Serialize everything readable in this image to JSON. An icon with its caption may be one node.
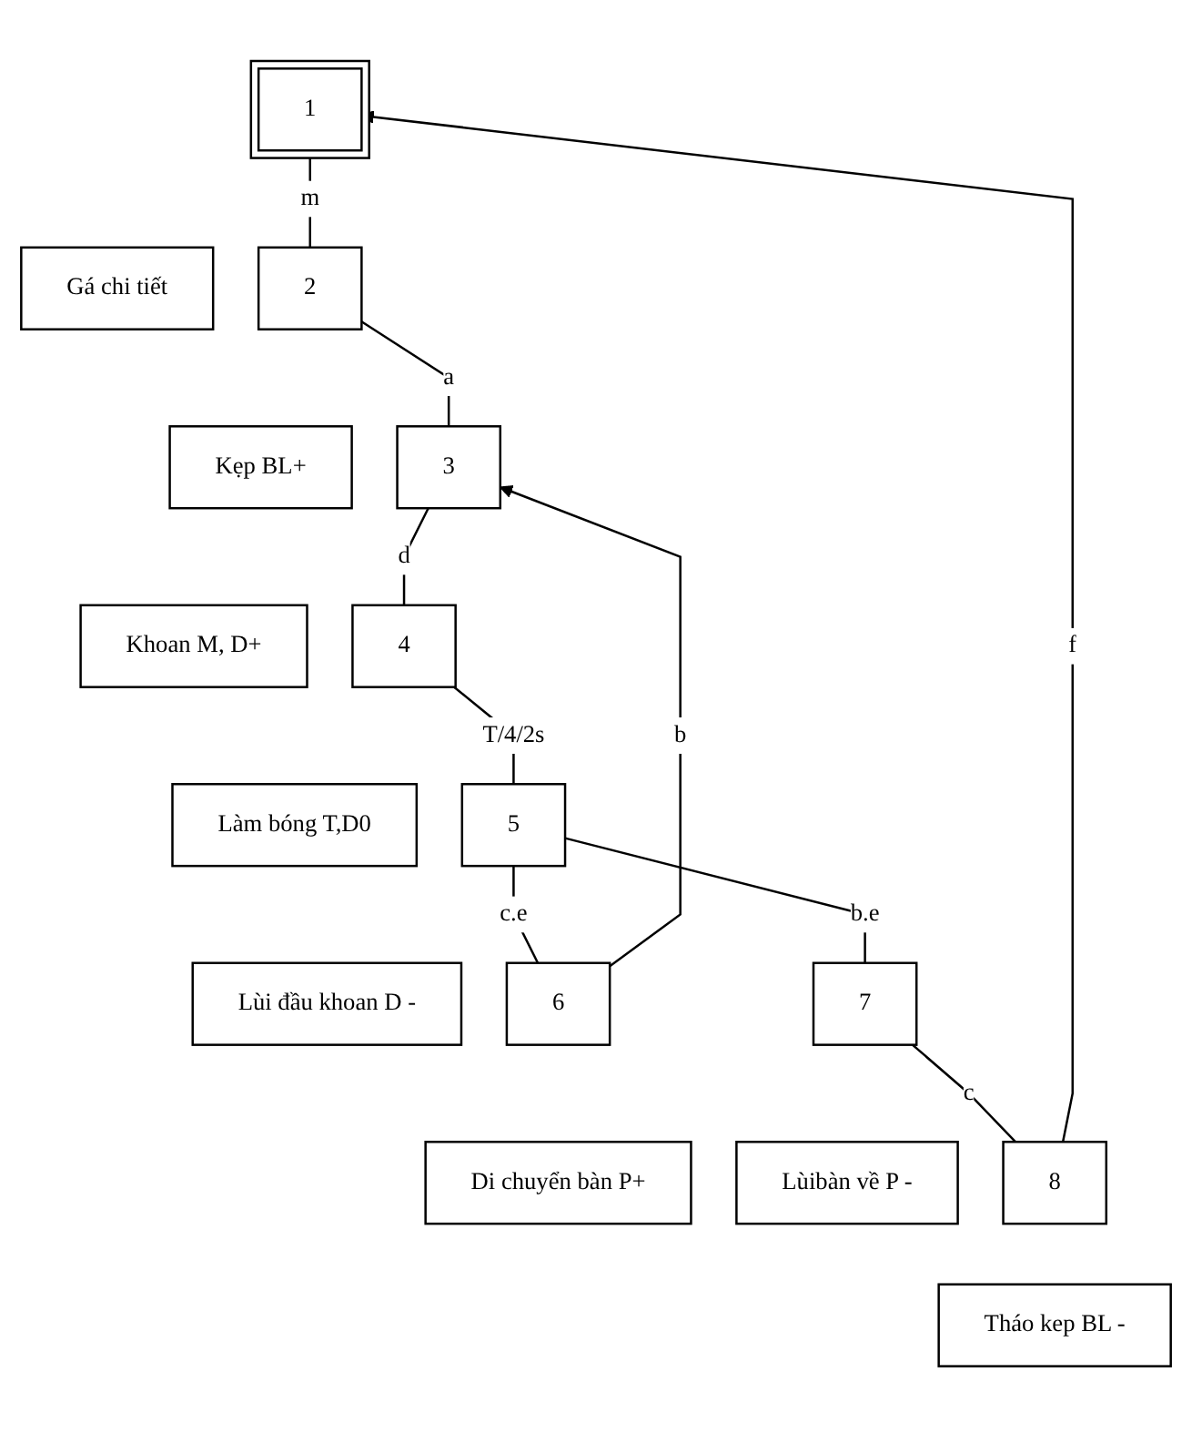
{
  "diagram": {
    "nodes": [
      {
        "text": [
          "1"
        ]
      },
      {
        "text": [
          "Gá chi tiết"
        ]
      },
      {
        "text": [
          "2"
        ]
      },
      {
        "text": [
          "Kẹp BL+"
        ]
      },
      {
        "text": [
          "3"
        ]
      },
      {
        "text": [
          "Khoan M, D+"
        ]
      },
      {
        "text": [
          "4"
        ]
      },
      {
        "text": [
          "Làm bóng T,D0"
        ]
      },
      {
        "text": [
          "5"
        ]
      },
      {
        "text": [
          "Lùi đầu khoan D -"
        ]
      },
      {
        "text": [
          "6"
        ]
      },
      {
        "text": [
          "Di chuyển bàn P+"
        ]
      },
      {
        "text": [
          "7"
        ]
      },
      {
        "text": [
          "Lùibàn về P -"
        ]
      },
      {
        "text": [
          "8"
        ]
      },
      {
        "text": [
          "Tháo kep BL -"
        ]
      }
    ],
    "edges": [
      {
        "from": 0,
        "to": 2,
        "label": "m",
        "arrow": "none"
      },
      {
        "from": 2,
        "to": 4,
        "label": "a",
        "arrow": "none"
      },
      {
        "from": 4,
        "to": 6,
        "label": "d",
        "arrow": "none"
      },
      {
        "from": 6,
        "to": 8,
        "label": "T/4/2s",
        "arrow": "none"
      },
      {
        "from": 8,
        "to": 10,
        "label": "c.e",
        "arrow": "none"
      },
      {
        "from": 8,
        "to": 12,
        "label": "b.e",
        "arrow": "none"
      },
      {
        "from": 10,
        "to": 4,
        "label": "b",
        "arrow": "to"
      },
      {
        "from": 12,
        "to": 14,
        "label": "c",
        "arrow": "none"
      },
      {
        "from": 14,
        "to": 0,
        "label": "f",
        "arrow": "to"
      }
    ]
  }
}
